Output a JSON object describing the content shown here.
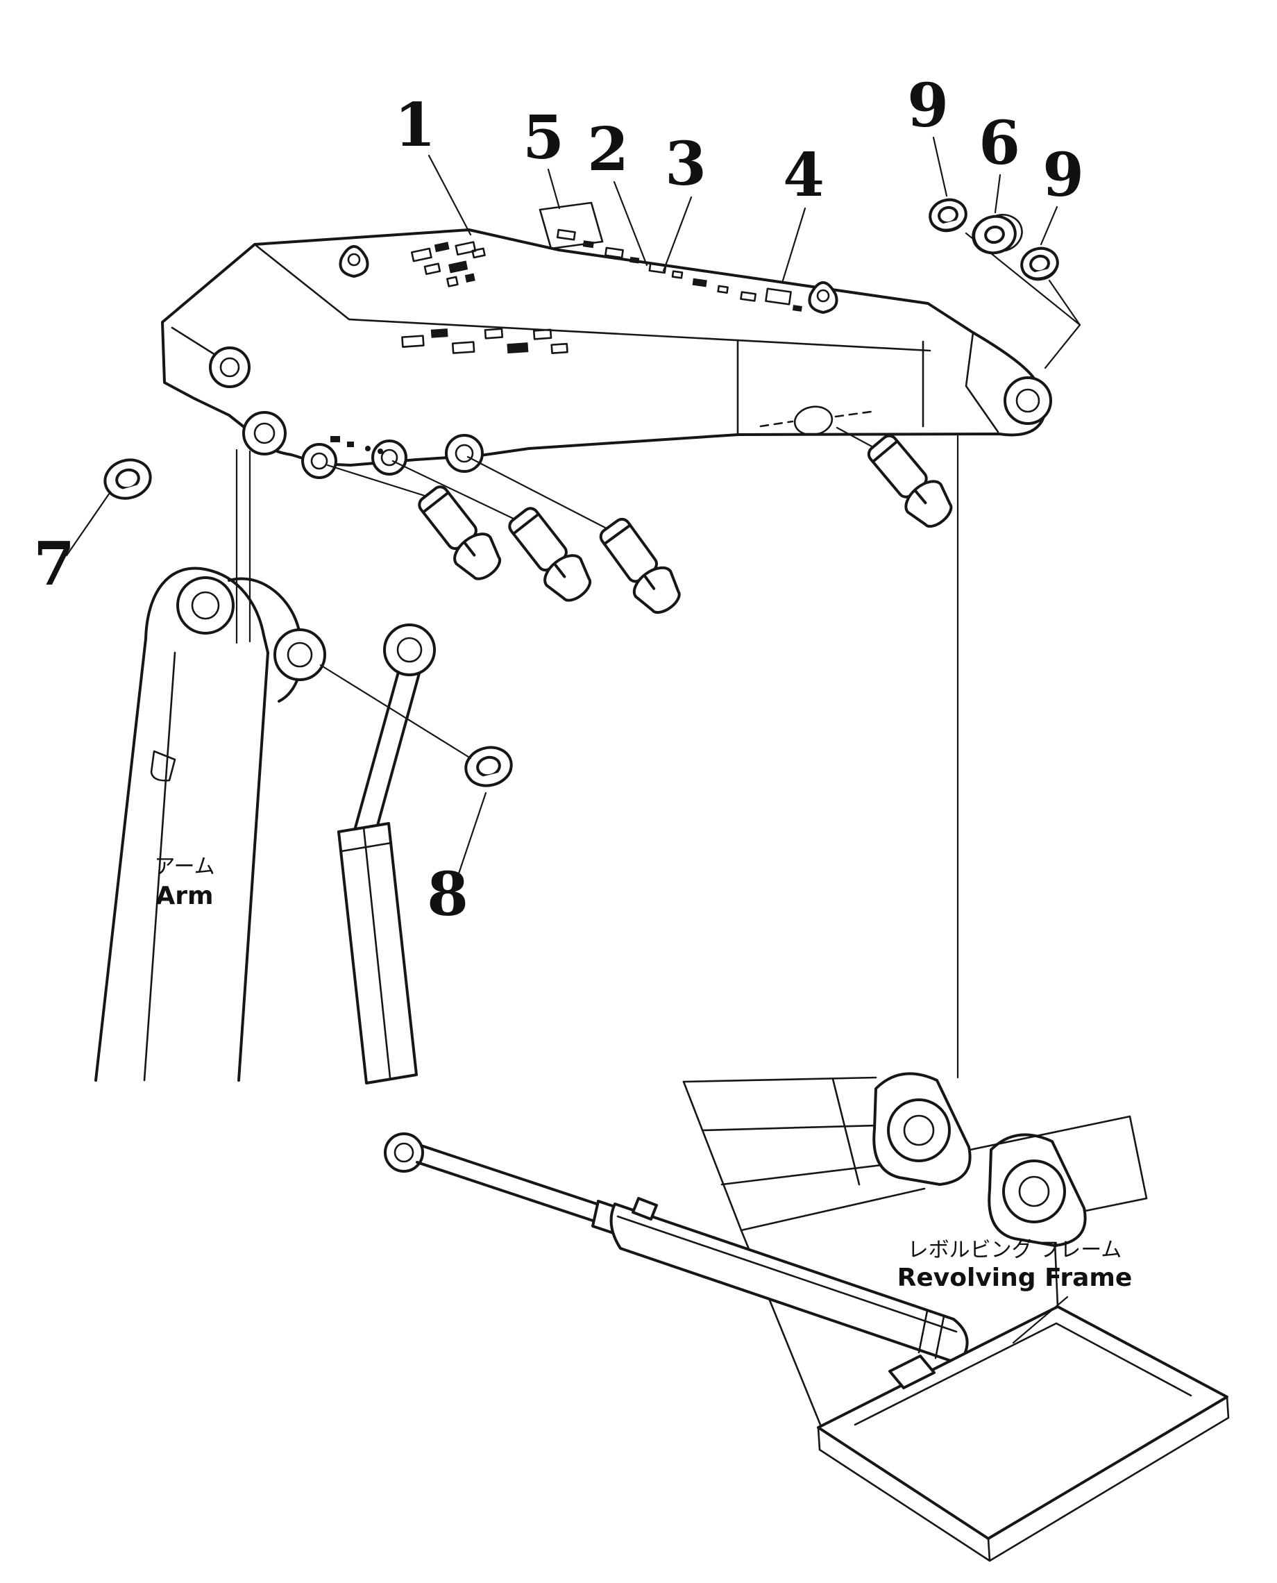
{
  "diagram": {
    "kind": "excavator-boom-parts-diagram",
    "ink_color": "#161616",
    "background_color": "#ffffff"
  },
  "callouts": [
    {
      "number": "1"
    },
    {
      "number": "5"
    },
    {
      "number": "2"
    },
    {
      "number": "3"
    },
    {
      "number": "4"
    },
    {
      "number": "9"
    },
    {
      "number": "6"
    },
    {
      "number": "9"
    },
    {
      "number": "7"
    },
    {
      "number": "8"
    }
  ],
  "labels": {
    "arm_jp": "アーム",
    "arm_en": "Arm",
    "revolving_frame_jp": "レボルビング  フレーム",
    "revolving_frame_en": "Revolving  Frame"
  }
}
